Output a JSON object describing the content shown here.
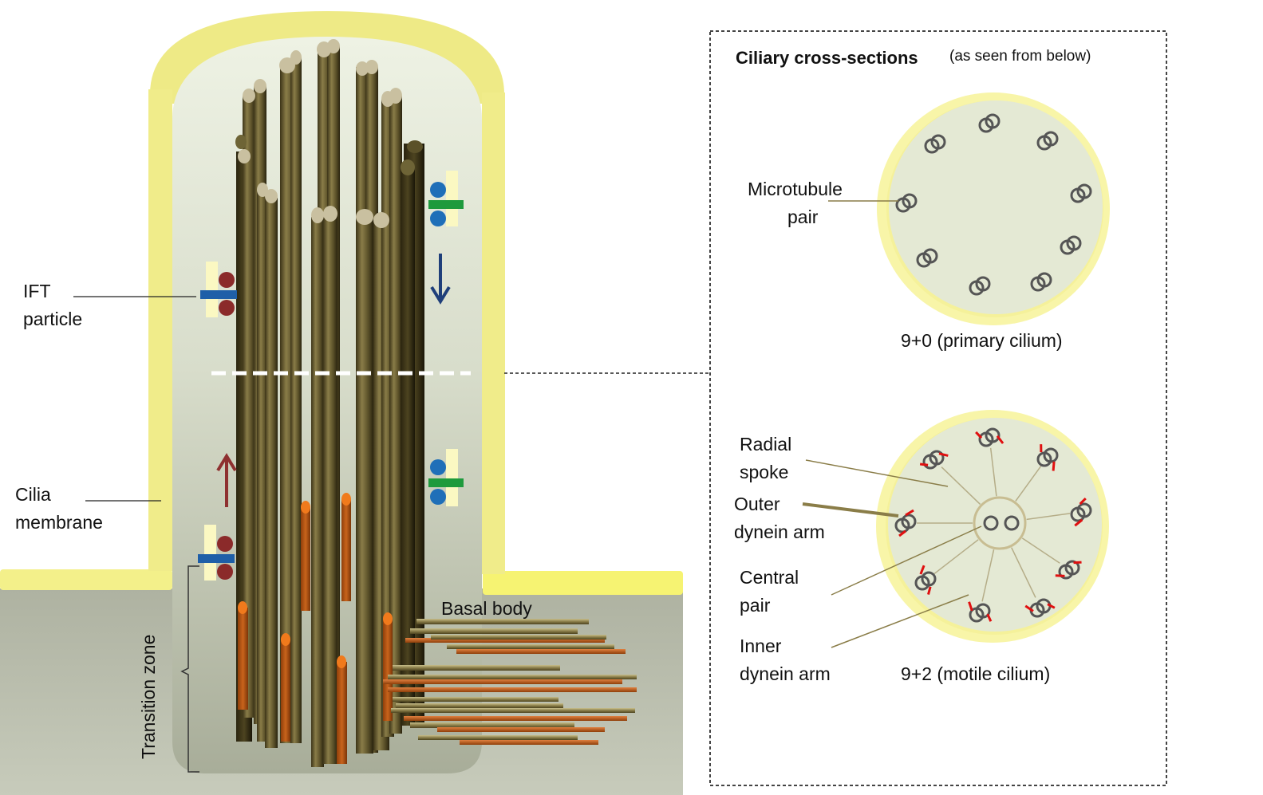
{
  "panel": {
    "title": "Ciliary cross-sections",
    "subtitle": "(as seen from below)"
  },
  "labels": {
    "ift_1": "IFT",
    "ift_2": "particle",
    "membrane_1": "Cilia",
    "membrane_2": "membrane",
    "transition_zone": "Transition zone",
    "basal_body": "Basal body",
    "microtubule_1": "Microtubule",
    "microtubule_2": "pair",
    "radial_1": "Radial",
    "radial_2": "spoke",
    "outer_1": "Outer",
    "outer_2": "dynein arm",
    "central_1": "Central",
    "central_2": "pair",
    "inner_1": "Inner",
    "inner_2": "dynein arm",
    "primary_caption": "9+0 (primary cilium)",
    "motile_caption": "9+2 (motile cilium)"
  },
  "colors": {
    "membrane": "#f6f38c",
    "cytoplasm": "#e2e8d6",
    "cell_body": "#9ea390",
    "microtubule": "#6e6436",
    "basal_tube": "#b95a1a",
    "tip_orange": "#f07a1c",
    "ift_blue": "#1f5fa8",
    "ift_red": "#8b2a2a",
    "ift_green": "#1e9a3c",
    "dynein_red": "#e01010",
    "arrow_down": "#1f3f7a",
    "arrow_up": "#8e3030"
  },
  "icons": {
    "anterograde": "arrow-up-icon",
    "retrograde": "arrow-down-icon"
  }
}
